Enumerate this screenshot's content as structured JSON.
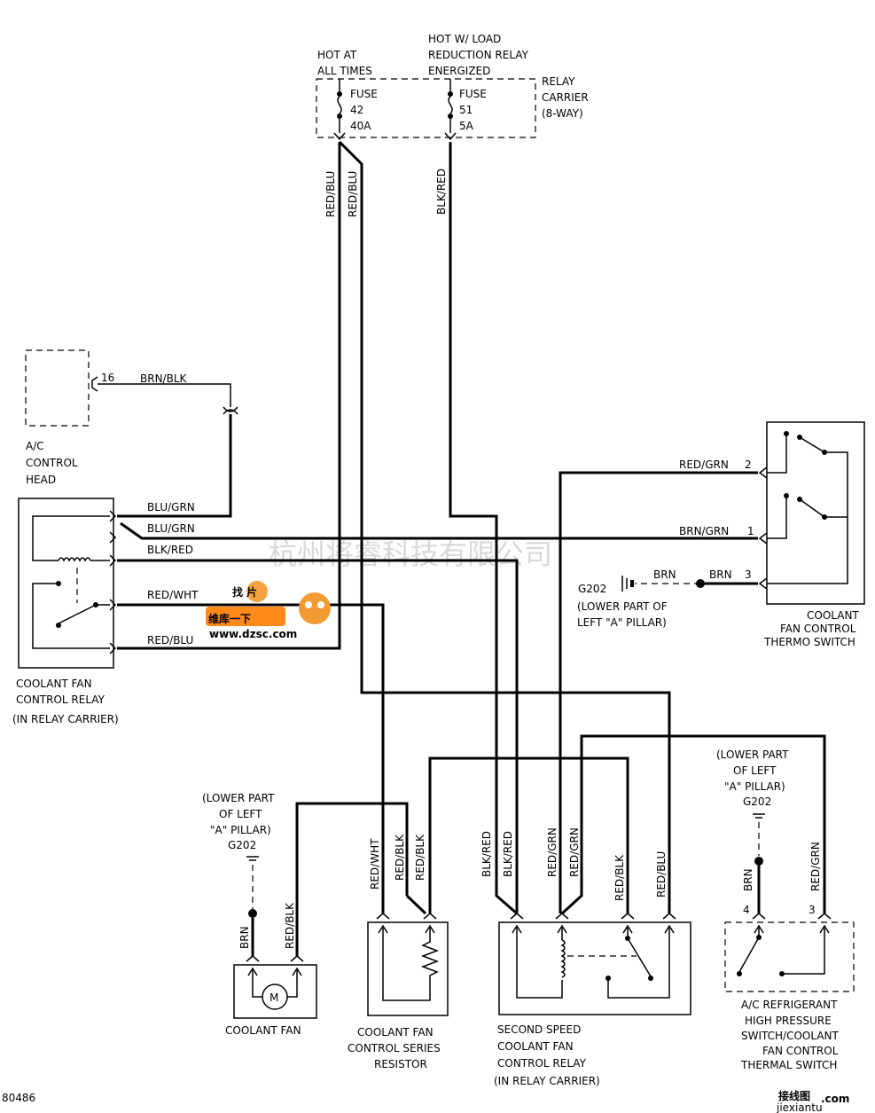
{
  "supply": {
    "hot_always": [
      "HOT AT",
      "ALL TIMES"
    ],
    "hot_load": [
      "HOT W/ LOAD",
      "REDUCTION RELAY",
      "ENERGIZED"
    ],
    "relay_carrier": [
      "RELAY",
      "CARRIER",
      "(8-WAY)"
    ],
    "fuse42": [
      "FUSE",
      "42",
      "40A"
    ],
    "fuse51": [
      "FUSE",
      "51",
      "5A"
    ]
  },
  "wires": {
    "red_blu": "RED/BLU",
    "blk_red": "BLK/RED",
    "brn_blk": "BRN/BLK",
    "blu_grn": "BLU/GRN",
    "blk_red2": "BLK/RED",
    "red_wht": "RED/WHT",
    "red_grn": "RED/GRN",
    "brn_grn": "BRN/GRN",
    "brn": "BRN",
    "red_blk": "RED/BLK",
    "pin16": "16",
    "pin2": "2",
    "pin1": "1",
    "pin3": "3",
    "pin4": "4"
  },
  "components": {
    "ac_head": [
      "A/C",
      "CONTROL",
      "HEAD"
    ],
    "relay1": [
      "COOLANT FAN",
      "CONTROL RELAY",
      "(IN RELAY CARRIER)"
    ],
    "thermo": [
      "COOLANT",
      "FAN CONTROL",
      "THERMO SWITCH"
    ],
    "ground_g202": "G202",
    "ground_note": [
      "(LOWER PART OF",
      "LEFT \"A\" PILLAR)"
    ],
    "ground_note_left": [
      "(LOWER PART",
      "OF LEFT",
      "\"A\" PILLAR)"
    ],
    "coolant_fan": "COOLANT FAN",
    "motor_symbol": "M",
    "resistor": [
      "COOLANT FAN",
      "CONTROL SERIES",
      "RESISTOR"
    ],
    "relay2": [
      "SECOND SPEED",
      "COOLANT FAN",
      "CONTROL RELAY",
      "(IN RELAY CARRIER)"
    ],
    "ac_switch": [
      "A/C REFRIGERANT",
      "HIGH PRESSURE",
      "SWITCH/COOLANT",
      "FAN CONTROL",
      "THERMAL SWITCH"
    ]
  },
  "footer": {
    "figure_id": "80486",
    "site_cn": "接线图",
    "site_url": "jiexiantu",
    "site_com": ".com"
  },
  "watermark": {
    "cn": "杭州将睿科技有限公司",
    "logo_cn": "维库一下",
    "logo_url": "www.dzsc.com",
    "logo_top": "找 片"
  }
}
